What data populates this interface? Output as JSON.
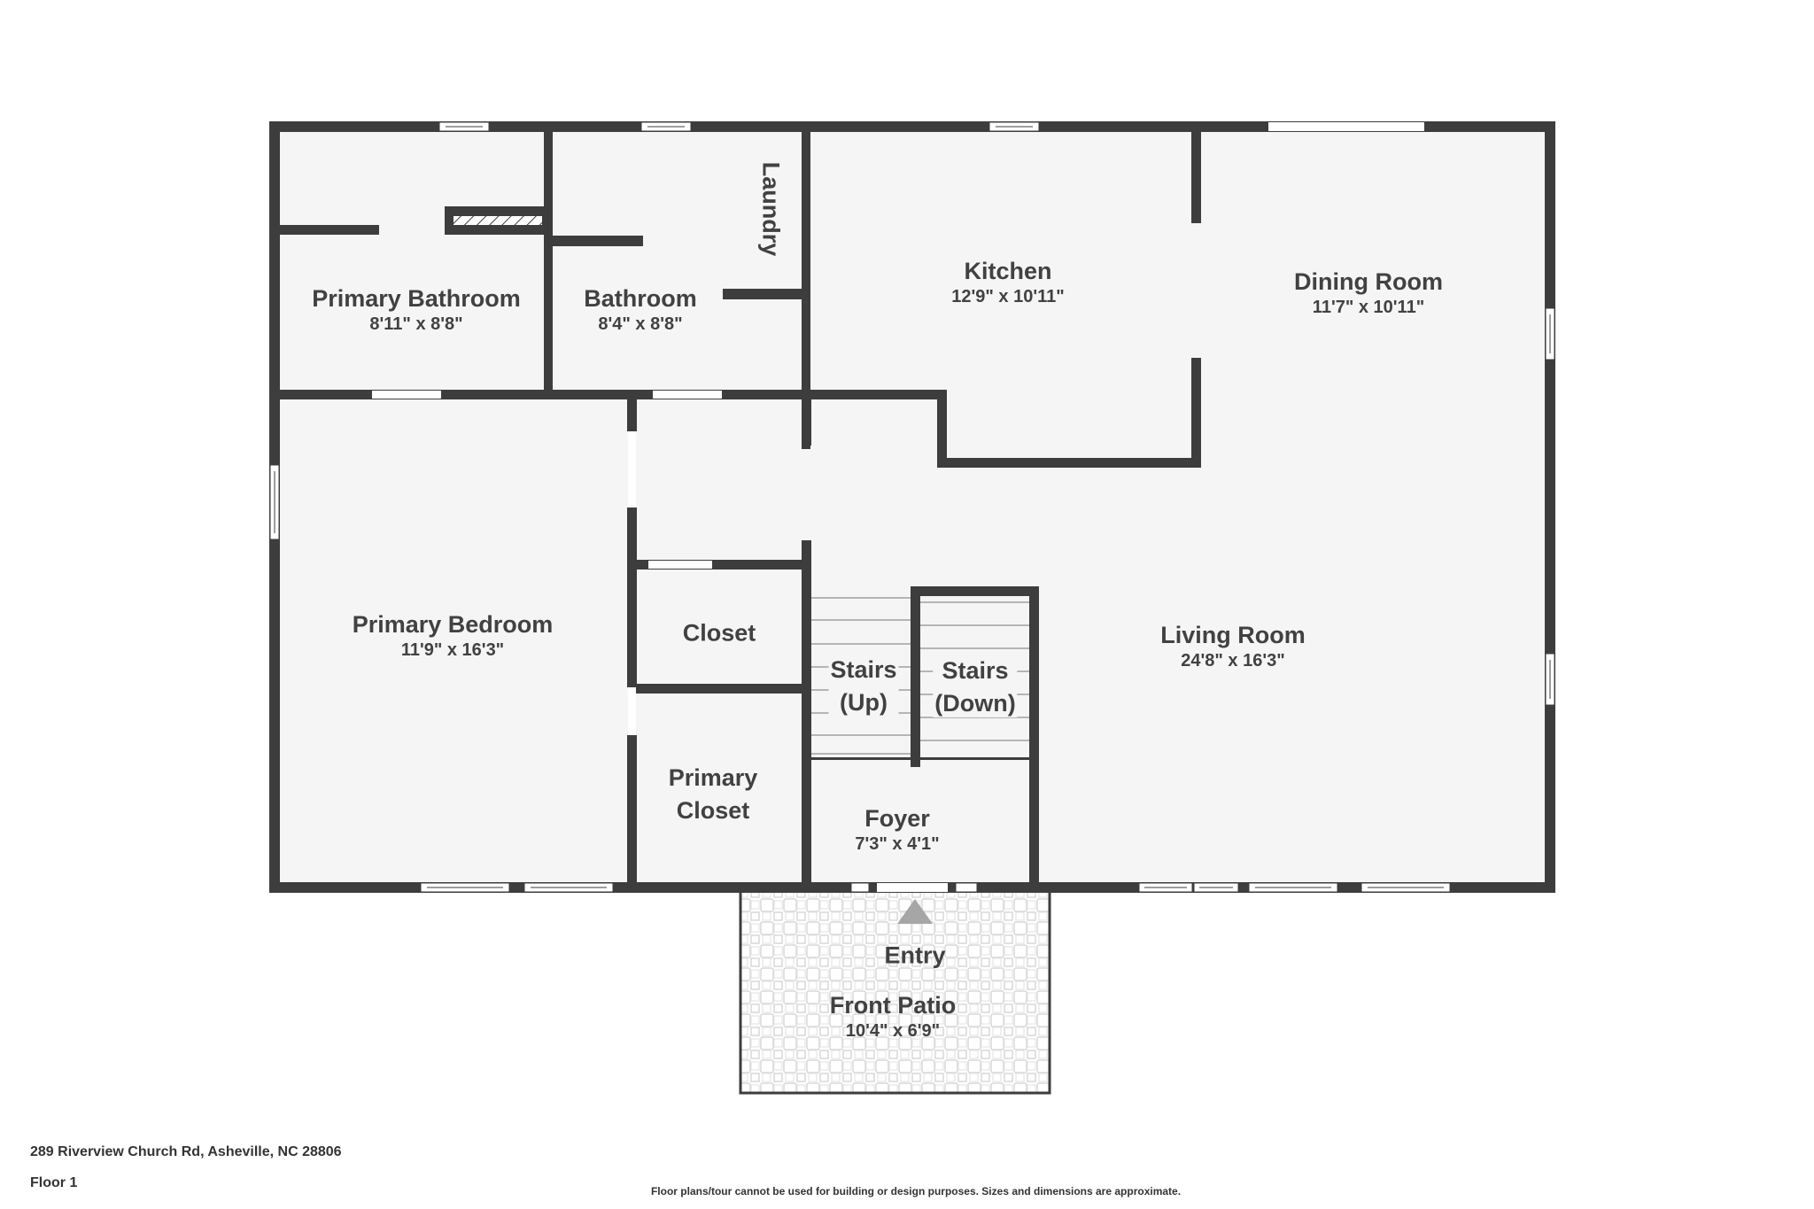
{
  "colors": {
    "wall": "#3d3d3d",
    "floor": "#f5f5f5",
    "background": "#ffffff",
    "text": "#414141",
    "patio_tile": "#d8d8d8",
    "entry_arrow": "#a6a6a6"
  },
  "rooms": {
    "primary_bathroom": {
      "name": "Primary Bathroom",
      "dim": "8'11\" x 8'8\""
    },
    "bathroom": {
      "name": "Bathroom",
      "dim": "8'4\" x 8'8\""
    },
    "laundry": {
      "name": "Laundry"
    },
    "kitchen": {
      "name": "Kitchen",
      "dim": "12'9\" x 10'11\""
    },
    "dining_room": {
      "name": "Dining Room",
      "dim": "11'7\" x 10'11\""
    },
    "primary_bedroom": {
      "name": "Primary Bedroom",
      "dim": "11'9\" x 16'3\""
    },
    "closet": {
      "name": "Closet"
    },
    "primary_closet": {
      "name": "Primary\nCloset",
      "line1": "Primary",
      "line2": "Closet"
    },
    "stairs_up": {
      "line1": "Stairs",
      "line2": "(Up)"
    },
    "stairs_down": {
      "line1": "Stairs",
      "line2": "(Down)"
    },
    "living_room": {
      "name": "Living Room",
      "dim": "24'8\" x 16'3\""
    },
    "foyer": {
      "name": "Foyer",
      "dim": "7'3\" x 4'1\""
    },
    "entry": {
      "name": "Entry"
    },
    "front_patio": {
      "name": "Front Patio",
      "dim": "10'4\" x 6'9\""
    }
  },
  "footer": {
    "address": "289 Riverview Church Rd, Asheville, NC 28806",
    "floor": "Floor 1",
    "disclaimer": "Floor plans/tour cannot be used for building or design purposes. Sizes and dimensions are approximate."
  },
  "icons": {
    "entry_arrow": "entry-arrow-icon"
  }
}
